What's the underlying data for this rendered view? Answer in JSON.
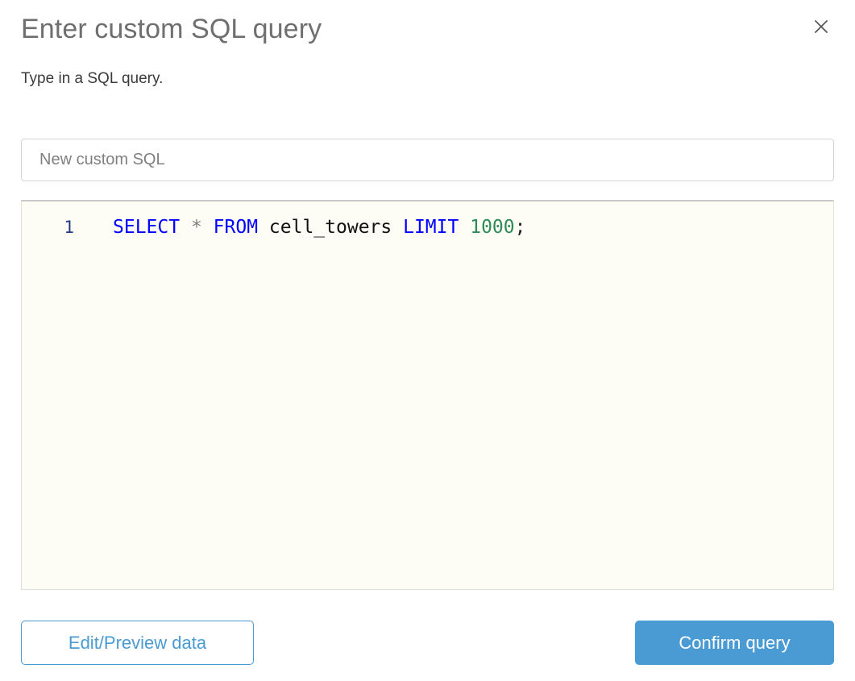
{
  "dialog": {
    "title": "Enter custom SQL query",
    "subtitle": "Type in a SQL query.",
    "close_icon": "close-icon"
  },
  "name_field": {
    "value": "",
    "placeholder": "New custom SQL"
  },
  "editor": {
    "line_number": "1",
    "tokens": {
      "select": "SELECT",
      "star": "*",
      "from": "FROM",
      "table": "cell_towers",
      "limit": "LIMIT",
      "count": "1000",
      "semicolon": ";"
    },
    "full_query": "SELECT * FROM cell_towers LIMIT 1000;"
  },
  "footer": {
    "secondary_label": "Edit/Preview data",
    "primary_label": "Confirm query"
  },
  "colors": {
    "accent": "#4a9bd4",
    "title_gray": "#6f6f6f",
    "keyword_blue": "#0000ff",
    "number_green": "#2e8b57",
    "editor_bg": "#fdfdf6"
  }
}
